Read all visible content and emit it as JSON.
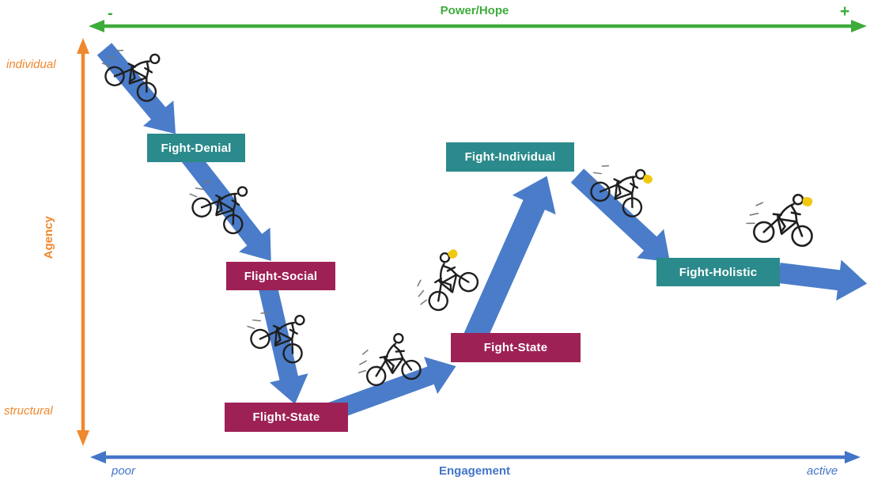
{
  "axes": {
    "power_hope": {
      "label": "Power/Hope",
      "minus": "-",
      "plus": "+",
      "color": "#3eac3b"
    },
    "agency": {
      "label": "Agency",
      "top": "individual",
      "bottom": "structural",
      "color": "#f0882d"
    },
    "engagement": {
      "label": "Engagement",
      "left": "poor",
      "right": "active",
      "color": "#4375c8"
    }
  },
  "stages": [
    {
      "label": "Fight-Denial",
      "color_group": "teal"
    },
    {
      "label": "Flight-Social",
      "color_group": "maroon"
    },
    {
      "label": "Flight-State",
      "color_group": "maroon"
    },
    {
      "label": "Fight-State",
      "color_group": "maroon"
    },
    {
      "label": "Fight-Individual",
      "color_group": "teal"
    },
    {
      "label": "Fight-Holistic",
      "color_group": "teal"
    }
  ],
  "colors": {
    "green_axis": "#3eac3b",
    "orange_axis": "#f0882d",
    "blue_axis": "#4375c8",
    "path_arrow": "#4a7cc9",
    "fight_box": "#2b8a8b",
    "flight_box": "#9e2155",
    "lamp": "#f2c80f",
    "ink": "#1f1f1f"
  },
  "icons": {
    "cyclist_icon": "hand-drawn stick figure riding a bicycle",
    "cyclist_lamp_icon": "hand-drawn stick figure riding a bicycle carrying a yellow headlamp"
  }
}
